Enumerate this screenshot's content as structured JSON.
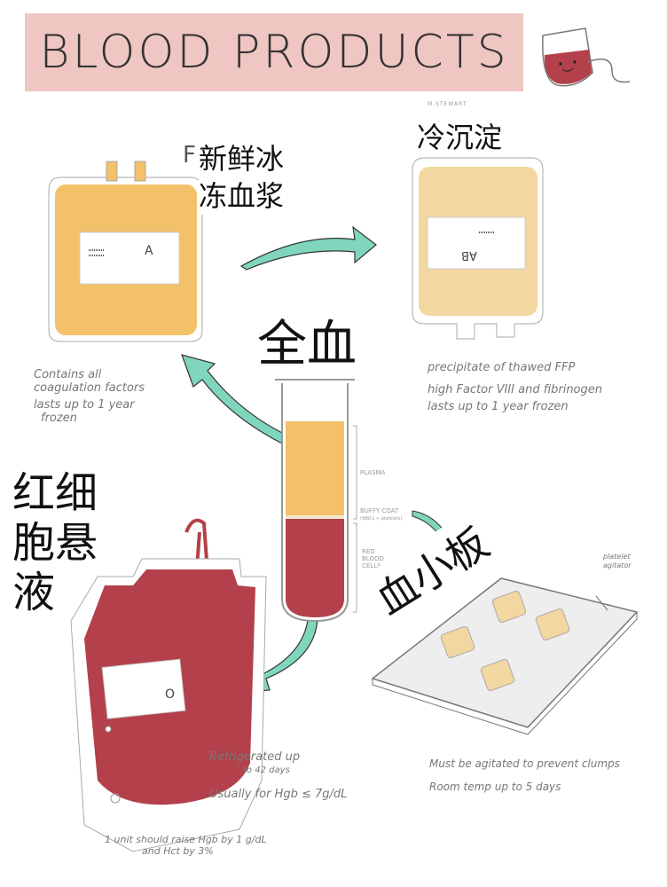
{
  "title": "BLOOD PRODUCTS",
  "signature": "M.STEWART",
  "whole_blood": {
    "label_cn": "全血",
    "layers": [
      "PLASMA",
      "BUFFY COAT",
      "(WBCs + platelets)",
      "RED BLOOD CELLS"
    ]
  },
  "ffp": {
    "label_cn_line1": "新鲜冰",
    "label_cn_line2": "冻血浆",
    "label_partial": "F",
    "bag_label": "A",
    "notes": [
      "Contains all",
      "coagulation factors",
      "lasts up to 1 year",
      "frozen"
    ]
  },
  "cryo": {
    "label_cn": "冷沉淀",
    "bag_label": "AB",
    "notes": [
      "precipitate of thawed FFP",
      "high Factor VIII and fibrinogen",
      "lasts up to 1 year frozen"
    ]
  },
  "rbc": {
    "label_cn": [
      "红细",
      "胞悬",
      "液"
    ],
    "bag_label": "O",
    "notes": [
      "Refrigerated up",
      "to 42 days",
      "Usually for Hgb ≤ 7g/dL",
      "1 unit should raise Hgb by 1 g/dL",
      "and Hct by 3%"
    ]
  },
  "platelets": {
    "label_cn": "血小板",
    "agitator_label": [
      "platelet",
      "agitator"
    ],
    "notes": [
      "Must be agitated to prevent clumps",
      "Room temp up to 5 days"
    ]
  },
  "colors": {
    "banner": "#f0c6c3",
    "ffp": "#f2c169",
    "cryo": "#f3d7a0",
    "rbc": "#b3404a",
    "arrow": "#7fd6bd"
  }
}
